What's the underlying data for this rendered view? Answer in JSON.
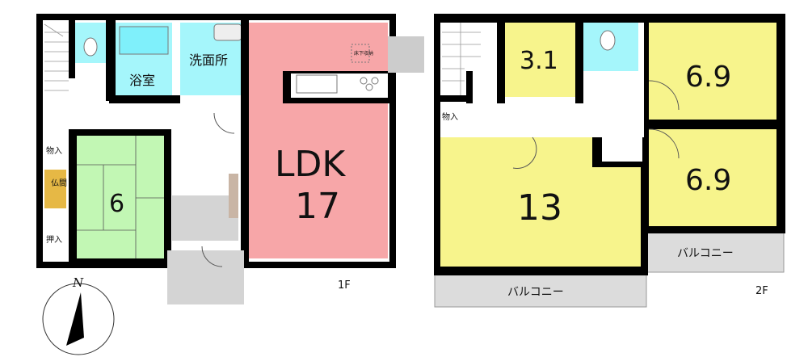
{
  "colors": {
    "ldk": "#f7a6a8",
    "tatami": "#c2f7b4",
    "wet": "#a5f6fb",
    "tub": "#7ff0fb",
    "butsuma": "#e6b845",
    "bedroom": "#f7f48c",
    "tile": "#d4d4d4",
    "balcony": "#dcdcdc",
    "wall": "#000000"
  },
  "floor1": {
    "label": "1F",
    "ldk": {
      "name": "LDK",
      "size": "17"
    },
    "underfloor_storage": "床下収納",
    "washroom": "洗面所",
    "bathroom": "浴室",
    "japanese_room": "6",
    "storage": "物入",
    "butsuma": "仏間",
    "oshiire": "押入"
  },
  "floor2": {
    "label": "2F",
    "rooms": [
      "3.1",
      "6.9",
      "6.9",
      "13"
    ],
    "storage": "物入",
    "balcony_1": "バルコニー",
    "balcony_2": "バルコニー"
  },
  "compass": {
    "label": "N",
    "icon": "north-arrow-icon"
  }
}
